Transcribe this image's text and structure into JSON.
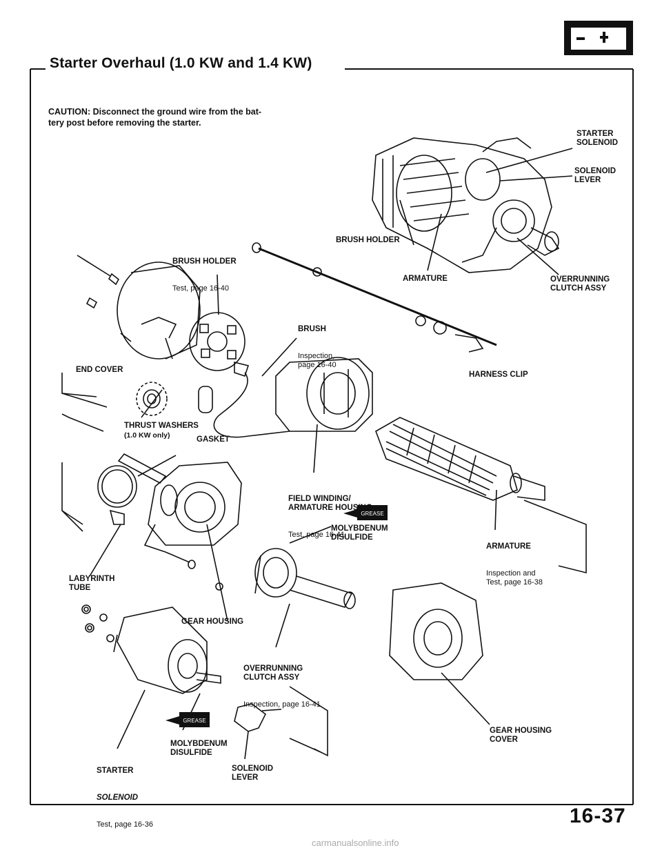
{
  "page": {
    "title": "Starter Overhaul (1.0 KW and 1.4 KW)",
    "caution_line1": "CAUTION: Disconnect the ground wire from the bat-",
    "caution_line2": "tery post before removing the starter.",
    "page_number": "16-37",
    "watermark": "carmanualsonline.info"
  },
  "labels": {
    "starter_solenoid_top": "STARTER\nSOLENOID",
    "solenoid_lever_top": "SOLENOID\nLEVER",
    "brush_holder_top": "BRUSH HOLDER",
    "armature_top": "ARMATURE",
    "overrunning_clutch_top": "OVERRUNNING\nCLUTCH ASSY",
    "brush_holder_title": "BRUSH HOLDER",
    "brush_holder_test": "Test, page 16-40",
    "brush_title": "BRUSH",
    "brush_inspection": "Inspection,\npage 16-40",
    "end_cover": "END COVER",
    "harness_clip": "HARNESS CLIP",
    "thrust_washers": "THRUST WASHERS",
    "thrust_washers_note": "(1.0 KW only)",
    "gasket": "GASKET",
    "field_winding": "FIELD WINDING/\nARMATURE HOUSING",
    "field_winding_test": "Test, page 16-41",
    "moly1": "MOLYBDENUM\nDISULFIDE",
    "armature_main": "ARMATURE",
    "armature_inspection": "Inspection and\nTest, page 16-38",
    "labyrinth_tube": "LABYRINTH\nTUBE",
    "gear_housing": "GEAR HOUSING",
    "overrunning_clutch_main": "OVERRUNNING\nCLUTCH ASSY",
    "overrunning_inspection": "Inspection, page 16-41",
    "gear_housing_cover": "GEAR HOUSING\nCOVER",
    "moly2": "MOLYBDENUM\nDISULFIDE",
    "starter_solenoid_main": "STARTER",
    "starter_solenoid_main2": "SOLENOID",
    "starter_solenoid_test": "Test, page 16-36",
    "solenoid_lever_main": "SOLENOID\nLEVER",
    "grease": "GREASE"
  }
}
